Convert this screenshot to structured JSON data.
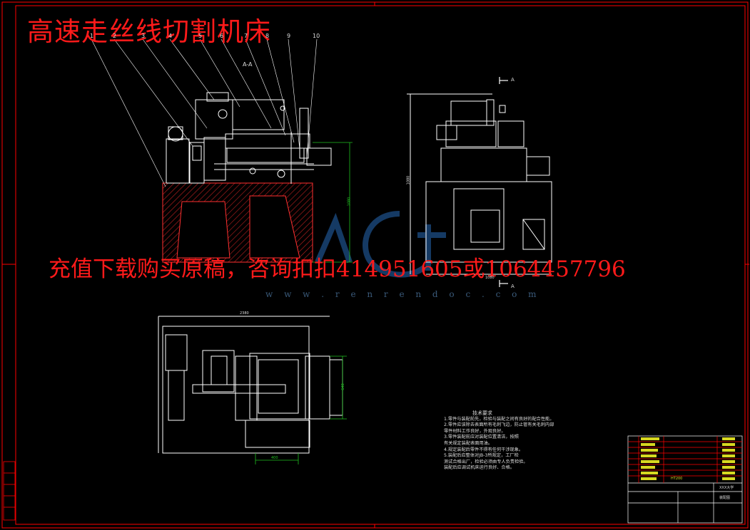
{
  "title": "高速走丝线切割机床",
  "promo": "充值下载购买原稿，咨询扣扣414951605或1064457796",
  "watermark_site": "w w w . r e n r e n d o c . c o m",
  "section_label": "A-A",
  "view_markers": [
    "A",
    "A"
  ],
  "part_numbers": [
    "1",
    "2",
    "3",
    "4",
    "5",
    "6",
    "7",
    "8",
    "9",
    "10"
  ],
  "dimensions": {
    "height_left": "1080",
    "height_right": "1080",
    "bottom_right_width": "1080",
    "plan_width": "2380",
    "plan_depth": "640",
    "plan_bottom": "400"
  },
  "tech_notes": {
    "heading": "技术要求",
    "lines": [
      "1.零件与装配前先，检验与装配之间有良好的配合性能。",
      "2.零件应该除去表面所有毛刺飞边，防止管有关毛刺内部",
      "  零件材料工作良好，外观良好。",
      "3.零件装配前应对装配位置清洁，按照",
      "  有关规定装配表面用油。",
      "4.规定装配后零件不得有任何干涉现象。",
      "5.装配后应整体对JB-3所规定，工厂检",
      "  测试合格出厂，检验必须由专人负责检验。",
      "  装配后应调试机床运行良好、合格。"
    ]
  },
  "title_block": {
    "material": "HT200",
    "drawing_name": "装配图",
    "school": "XXX大学"
  },
  "colors": {
    "line": "#ffffff",
    "border": "#ff0000",
    "hatch": "#b02020",
    "green": "#20c020",
    "yellow": "#d8d820"
  }
}
